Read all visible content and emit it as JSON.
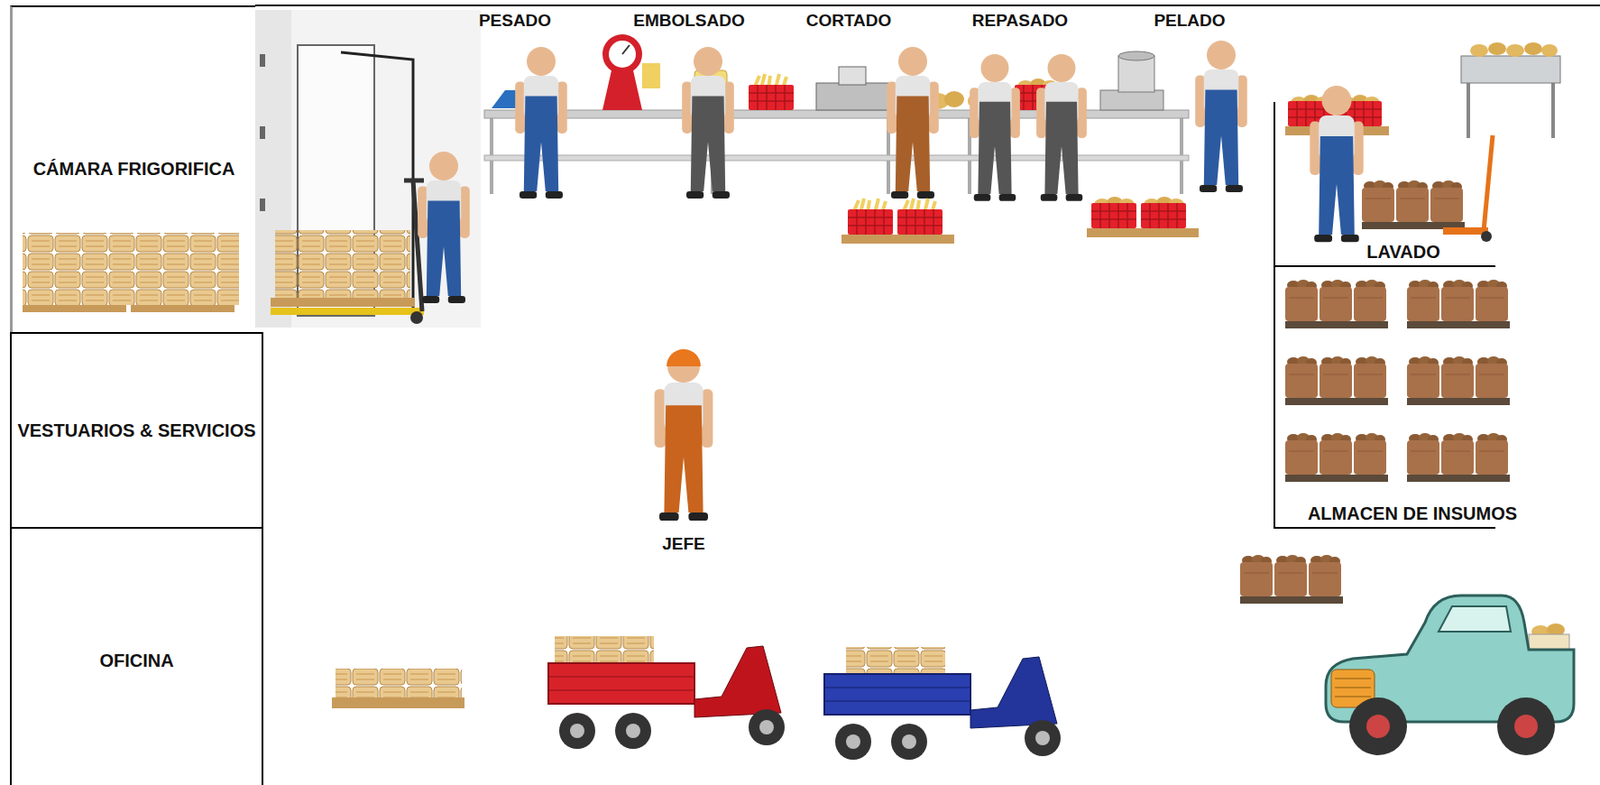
{
  "diagram": {
    "nodes": [
      {
        "text": [
          "CÁMARA FRIGORIFICA"
        ]
      },
      {
        "text": [
          "VESTUARIOS & SERVICIOS"
        ]
      },
      {
        "text": [
          "OFICINA"
        ]
      },
      {
        "text": [
          "LAVADO"
        ]
      },
      {
        "text": [
          "ALMACEN DE INSUMOS"
        ]
      }
    ],
    "labels": [
      "PESADO",
      "EMBOLSADO",
      "CORTADO",
      "REPASADO",
      "PELADO",
      "JEFE"
    ]
  }
}
